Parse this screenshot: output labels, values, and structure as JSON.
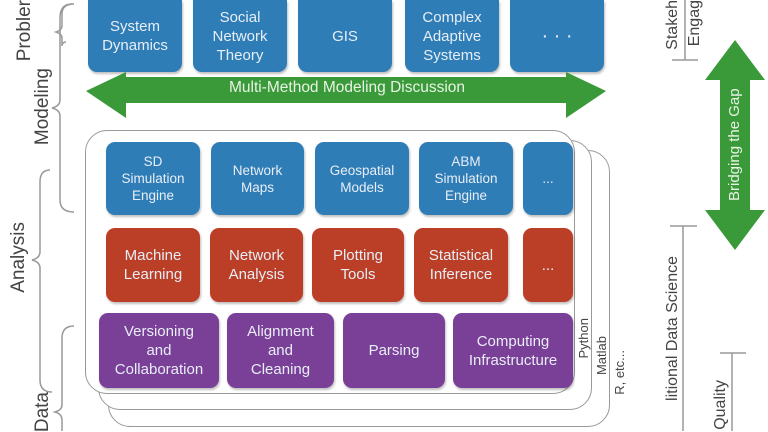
{
  "left_labels": {
    "problem": "Probler",
    "modeling": "Modeling",
    "analysis": "Analysis",
    "data": "Data"
  },
  "problem_row": [
    "System\nDynamics",
    "Social\nNetwork\nTheory",
    "GIS",
    "Complex\nAdaptive\nSystems",
    "· · ·"
  ],
  "discussion_arrow": "Multi-Method Modeling Discussion",
  "modeling_row": [
    "SD\nSimulation\nEngine",
    "Network\nMaps",
    "Geospatial\nModels",
    "ABM\nSimulation\nEngine",
    "..."
  ],
  "analysis_row": [
    "Machine\nLearning",
    "Network\nAnalysis",
    "Plotting\nTools",
    "Statistical\nInference",
    "..."
  ],
  "data_row": [
    "Versioning\nand\nCollaboration",
    "Alignment\nand\nCleaning",
    "Parsing",
    "Computing\nInfrastructure"
  ],
  "stack_labels": [
    "Python",
    "Matlab",
    "R, etc..."
  ],
  "right_labels": {
    "stakeholder": "Stakeh",
    "engagement": "Engag",
    "bridging": "Bridging the Gap",
    "data_science": "litional Data Science",
    "quality": "Quality"
  },
  "colors": {
    "blue": "#2e7db7",
    "red": "#bb3e27",
    "purple": "#7a3f97",
    "green": "#3a9a3a"
  }
}
